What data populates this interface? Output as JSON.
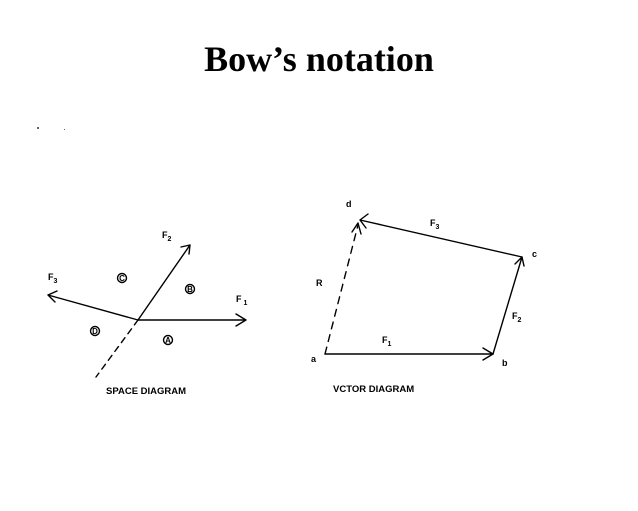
{
  "title": "Bow’s notation",
  "space_diagram": {
    "caption": "SPACE DIAGRAM",
    "forces": [
      {
        "letter": "F",
        "sub": "1"
      },
      {
        "letter": "F",
        "sub": "2"
      },
      {
        "letter": "F",
        "sub": "3"
      }
    ],
    "regions": [
      "A",
      "B",
      "C",
      "D"
    ]
  },
  "vector_diagram": {
    "caption": "VCTOR DIAGRAM",
    "points": [
      "a",
      "b",
      "c",
      "d"
    ],
    "forces": [
      {
        "letter": "F",
        "sub": "1"
      },
      {
        "letter": "F",
        "sub": "2"
      },
      {
        "letter": "F",
        "sub": "3"
      }
    ],
    "resultant": "R"
  },
  "colors": {
    "ink": "#000000",
    "background": "#ffffff"
  }
}
